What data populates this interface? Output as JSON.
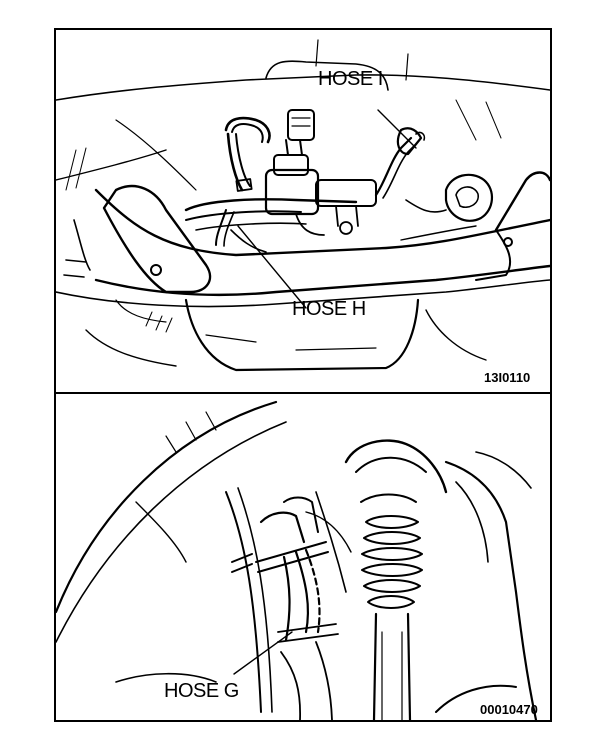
{
  "top_view": {
    "hose_i_label": "HOSE I",
    "hose_h_label": "HOSE H",
    "figure_code": "13I0110"
  },
  "bottom_view": {
    "hose_g_label": "HOSE G",
    "figure_code": "00010470"
  }
}
